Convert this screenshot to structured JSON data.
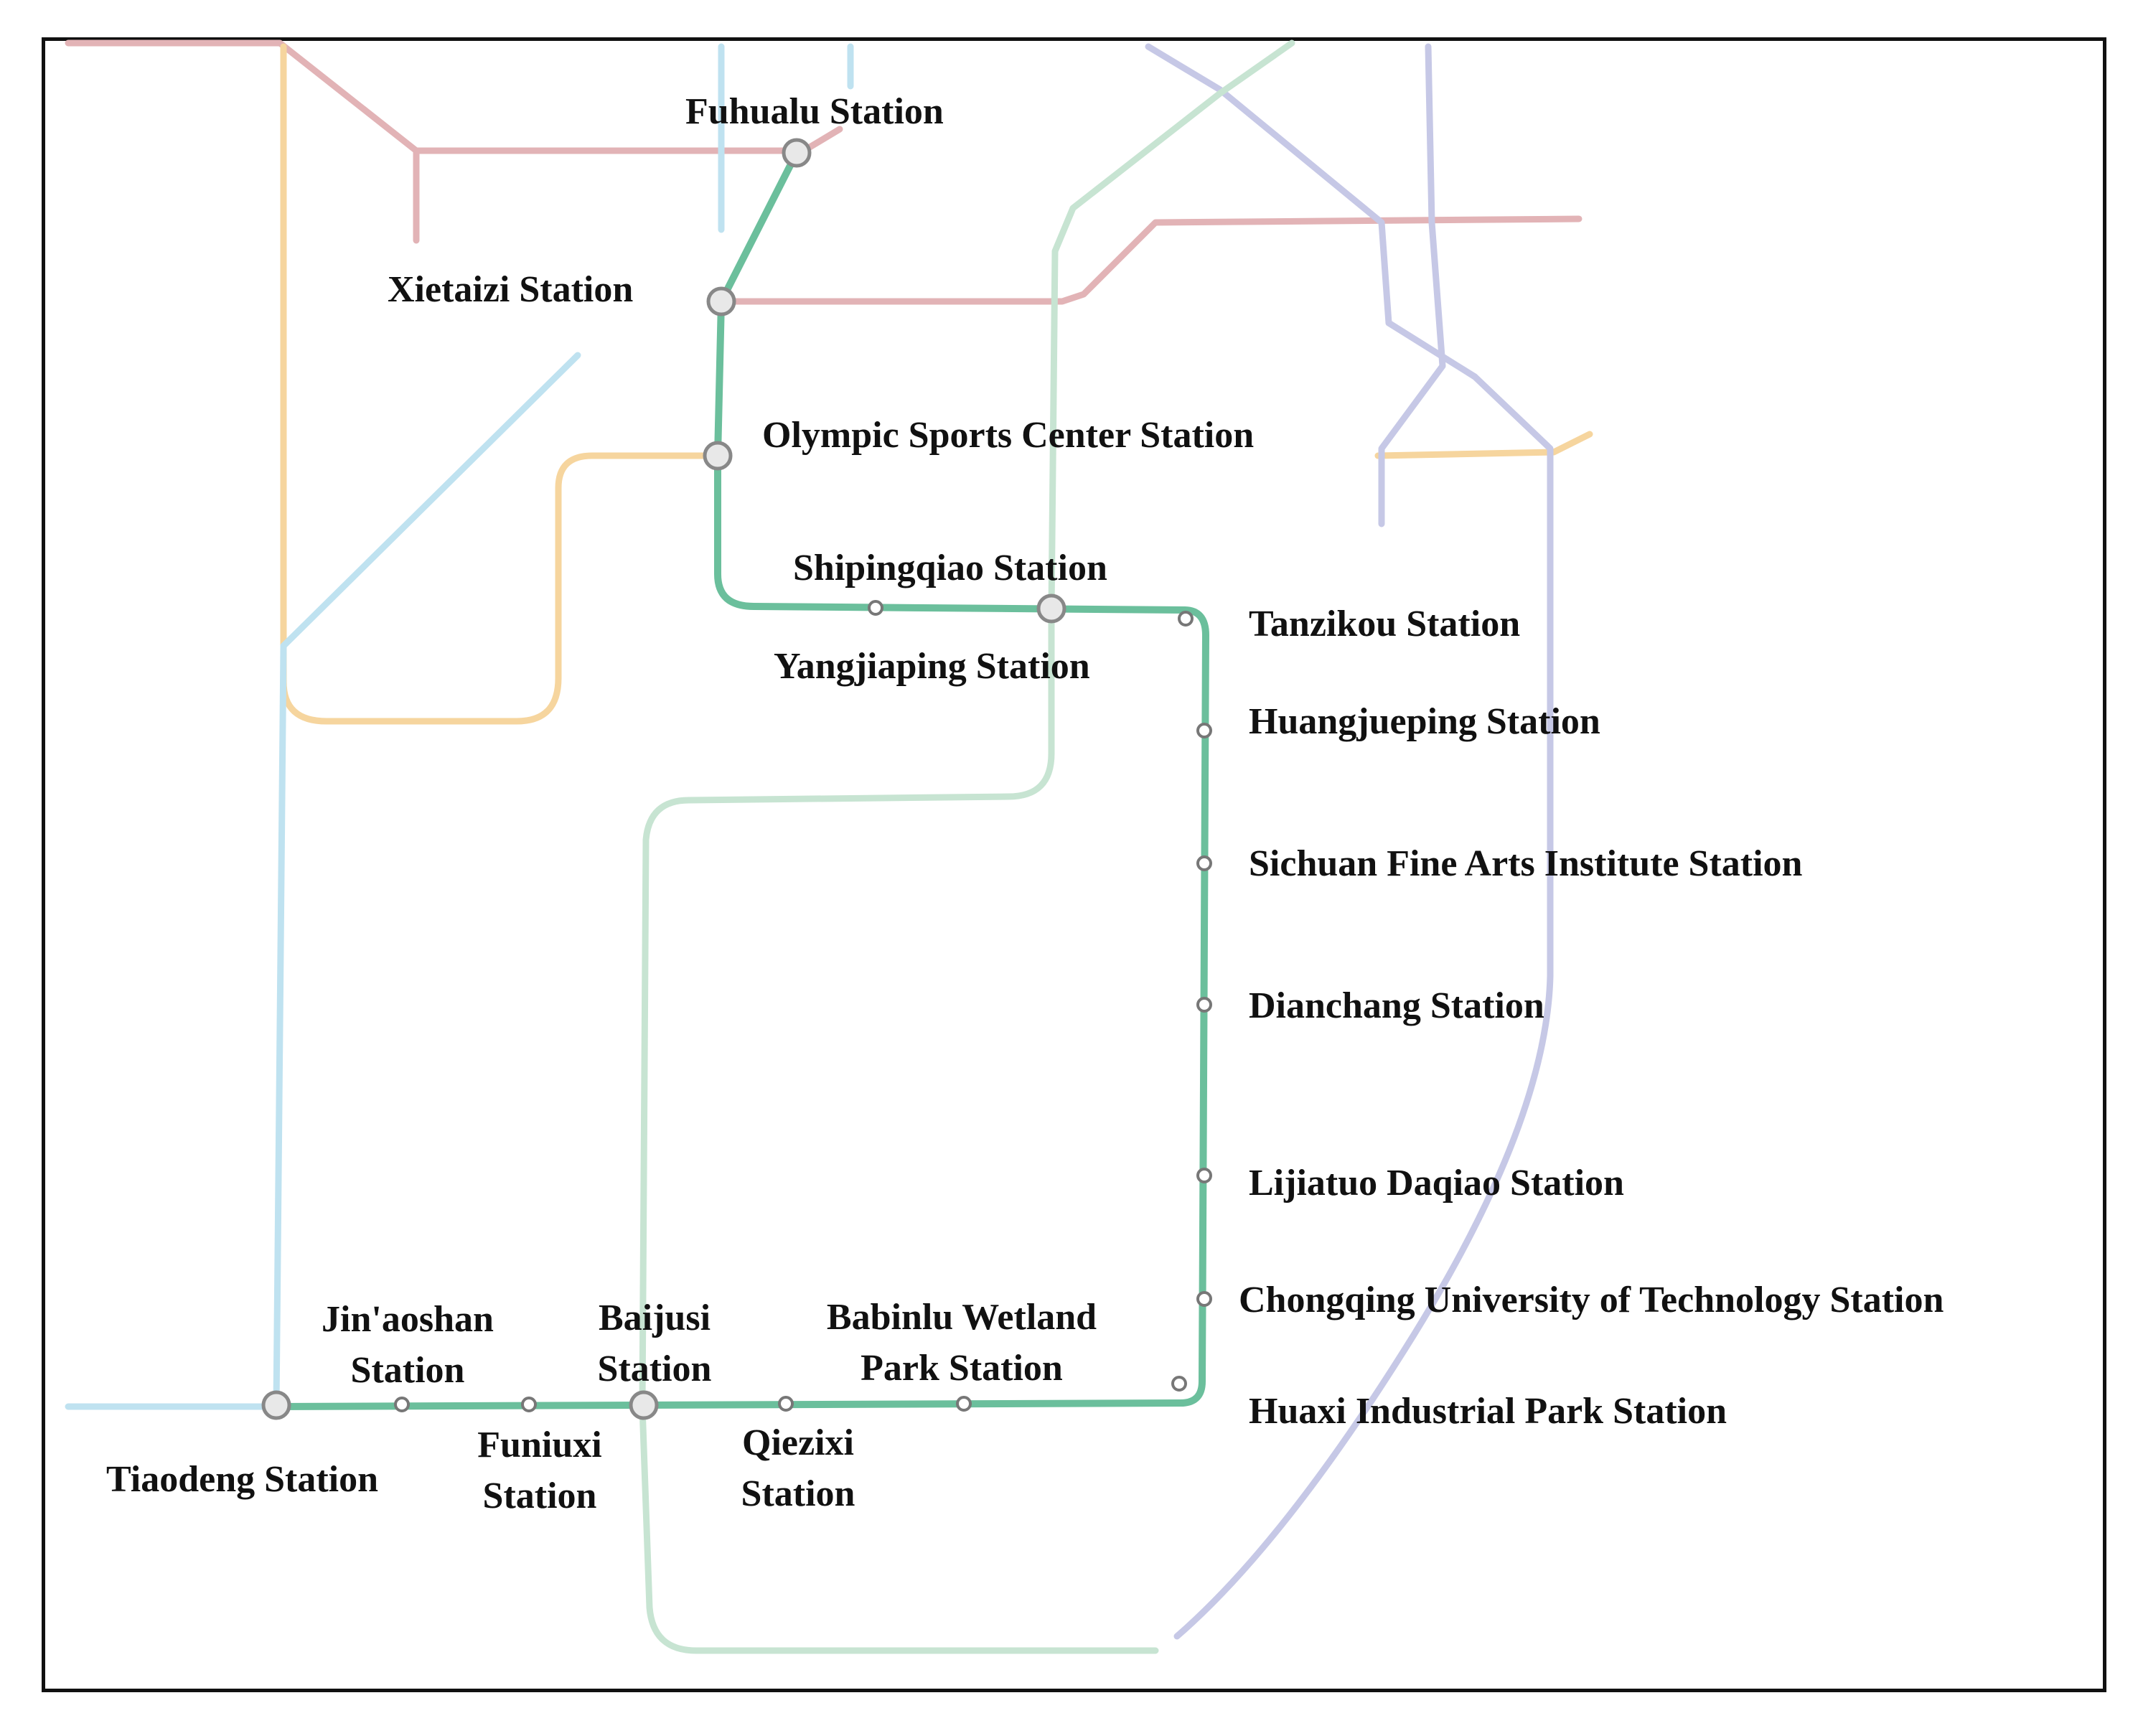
{
  "colors": {
    "highlight_line": "#6bbf9c",
    "red_line": "#e2b3b6",
    "yellow_line": "#f6d59e",
    "blue_line": "#bfe2f0",
    "purple_line": "#c6c8e6",
    "pale_green_line": "#c7e4d2",
    "frame": "#111111",
    "label": "#111111"
  },
  "stations": {
    "fuhualu": "Fuhualu Station",
    "xietaizi": "Xietaizi Station",
    "olympic": "Olympic Sports Center Station",
    "shipingqiao": "Shipingqiao Station",
    "yangjiaping": "Yangjiaping Station",
    "tanzikou": "Tanzikou Station",
    "huangjueping": "Huangjueping Station",
    "sichuan": "Sichuan Fine Arts Institute Station",
    "dianchang": "Dianchang Station",
    "lijiatuo": "Lijiatuo Daqiao Station",
    "chongqing_ut": "Chongqing University of Technology Station",
    "huaxi": "Huaxi Industrial Park Station",
    "babinlu_1": "Babinlu Wetland",
    "babinlu_2": "Park Station",
    "qiezixi_1": "Qiezixi",
    "qiezixi_2": "Station",
    "baijusi_1": "Baijusi",
    "baijusi_2": "Station",
    "funiuxi_1": "Funiuxi",
    "funiuxi_2": "Station",
    "jinaoshan_1": "Jin'aoshan",
    "jinaoshan_2": "Station",
    "tiaodeng": "Tiaodeng Station"
  }
}
